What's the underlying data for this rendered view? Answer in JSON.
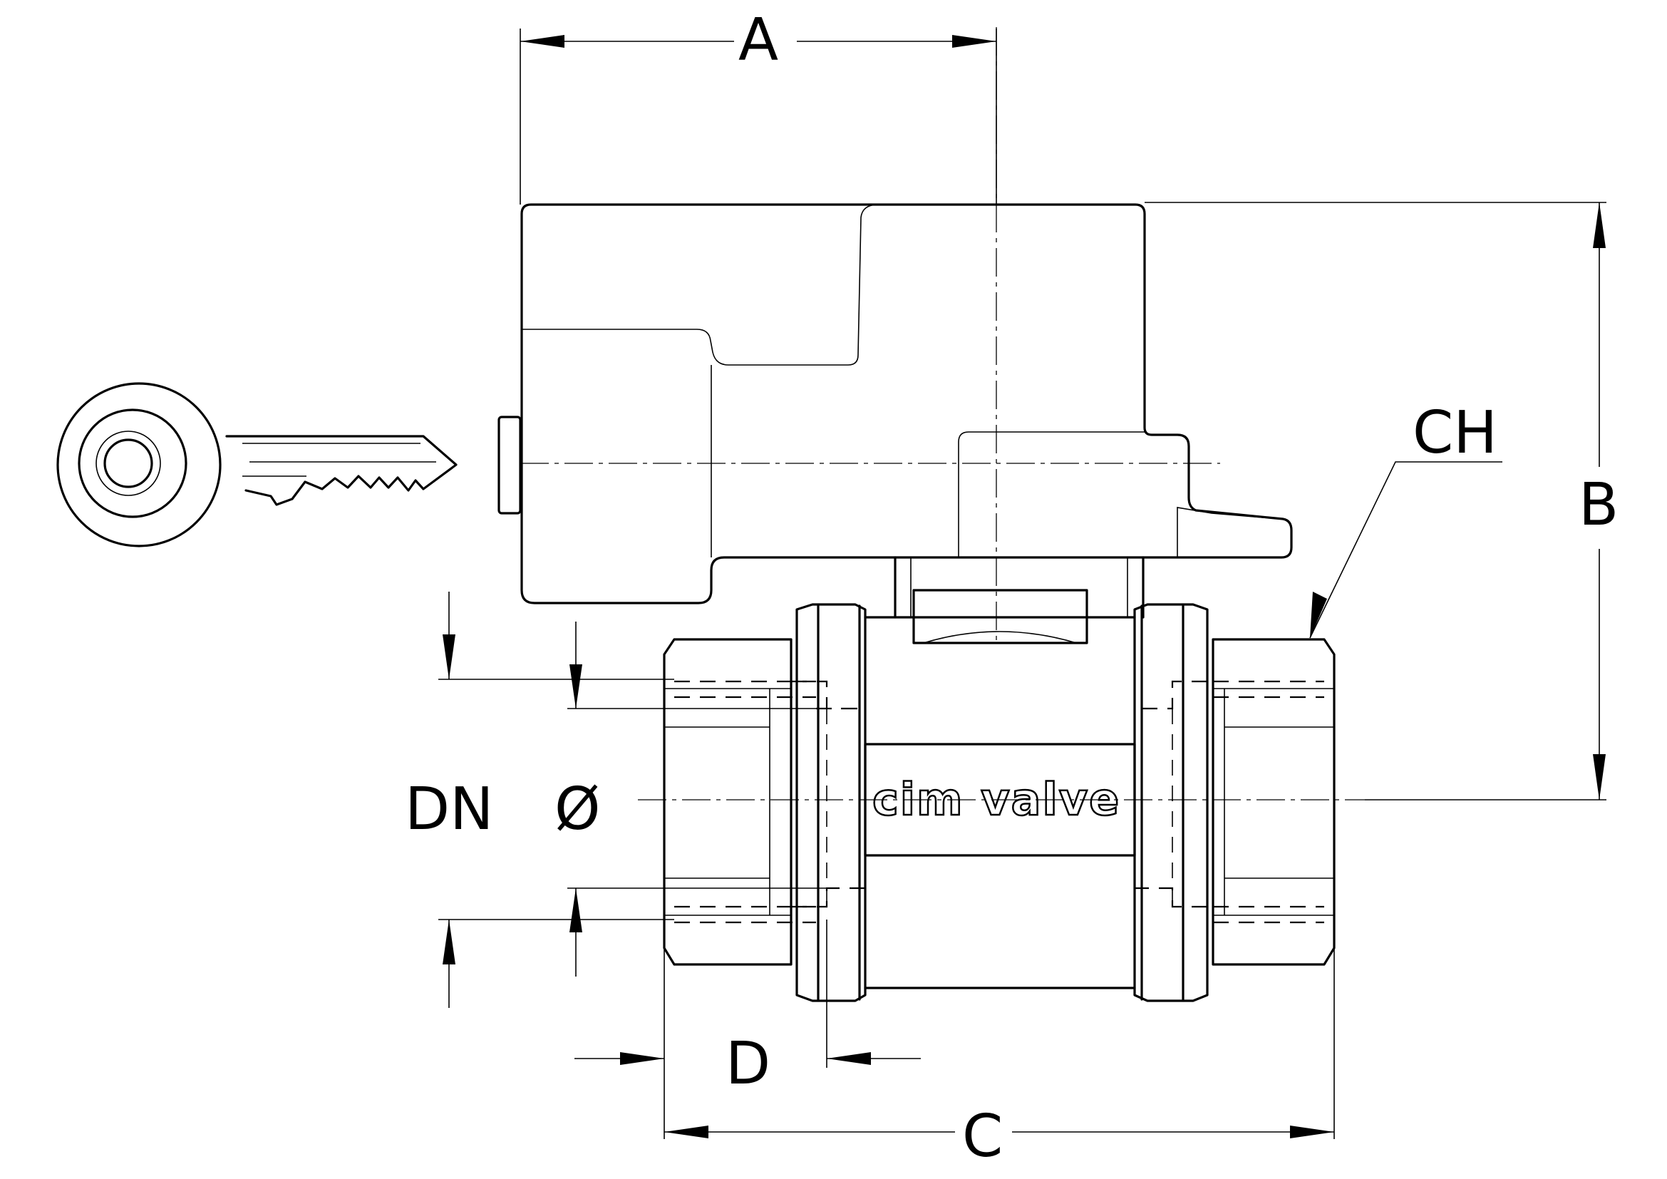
{
  "labels": {
    "A": "A",
    "B": "B",
    "C": "C",
    "D": "D",
    "DN": "DN",
    "diameter": "Ø",
    "CH": "CH"
  },
  "brand": "cim valve",
  "icons": {
    "key": "key-icon",
    "lock": "lock-cylinder-icon"
  },
  "colors": {
    "line": "#000000",
    "background": "#ffffff"
  }
}
